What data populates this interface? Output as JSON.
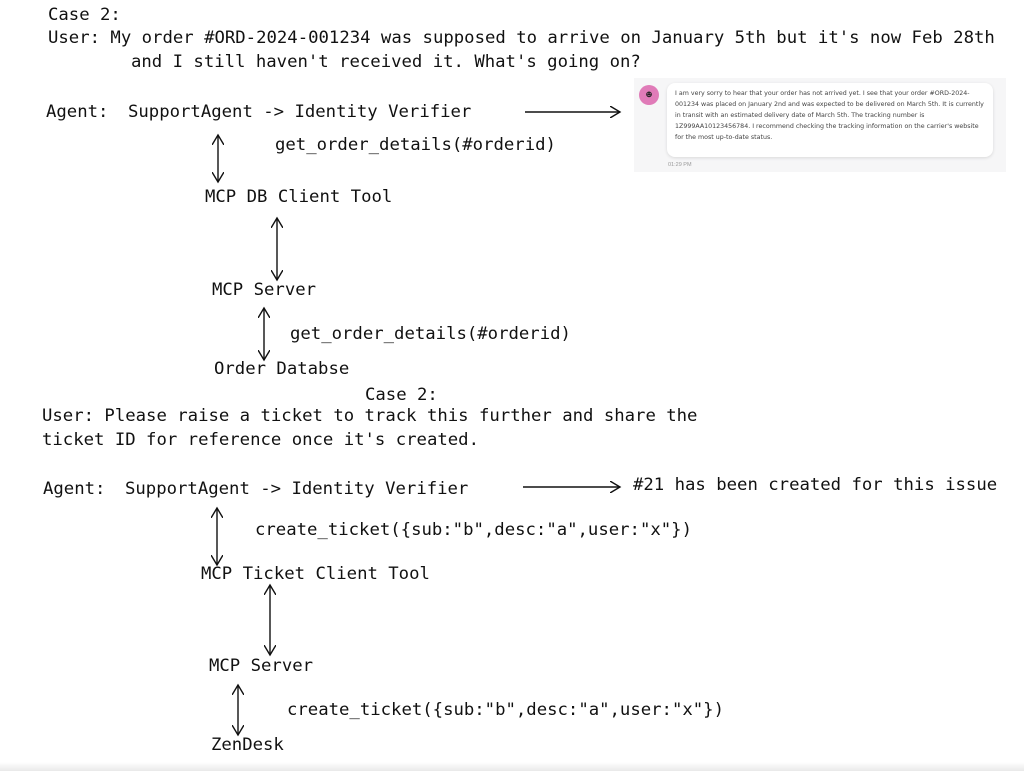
{
  "case1": {
    "heading": "Case 2:",
    "user_line1": "User: My order #ORD-2024-001234 was supposed to arrive on January 5th but it's now Feb 28th",
    "user_line2": "and I still haven't received it. What's going on?",
    "agent_label": "Agent:",
    "agent_flow": "SupportAgent -> Identity Verifier",
    "call1": "get_order_details(#orderid)",
    "node1": "MCP DB Client Tool",
    "node2": "MCP Server",
    "call2": "get_order_details(#orderid)",
    "node3": "Order Databse",
    "response": {
      "avatar_icon": "robot-icon",
      "message": "I am very sorry to hear that your order has not arrived yet. I see that your order #ORD-2024-001234 was placed on January 2nd and was expected to be delivered on March 5th. It is currently in transit with an estimated delivery date of March 5th. The tracking number is 1Z999AA10123456784. I recommend checking the tracking information on the carrier's website for the most up-to-date status.",
      "time": "01:29 PM"
    }
  },
  "case2": {
    "heading": "Case 2:",
    "user_line1": "User: Please raise a ticket to track this further and share the",
    "user_line2": "ticket ID for reference once it's created.",
    "agent_label": "Agent:",
    "agent_flow": "SupportAgent -> Identity Verifier",
    "result": "#21 has been created for this issue",
    "call1": "create_ticket({sub:\"b\",desc:\"a\",user:\"x\"})",
    "node1": "MCP Ticket Client Tool",
    "node2": "MCP Server",
    "call2": "create_ticket({sub:\"b\",desc:\"a\",user:\"x\"})",
    "node3": "ZenDesk"
  }
}
